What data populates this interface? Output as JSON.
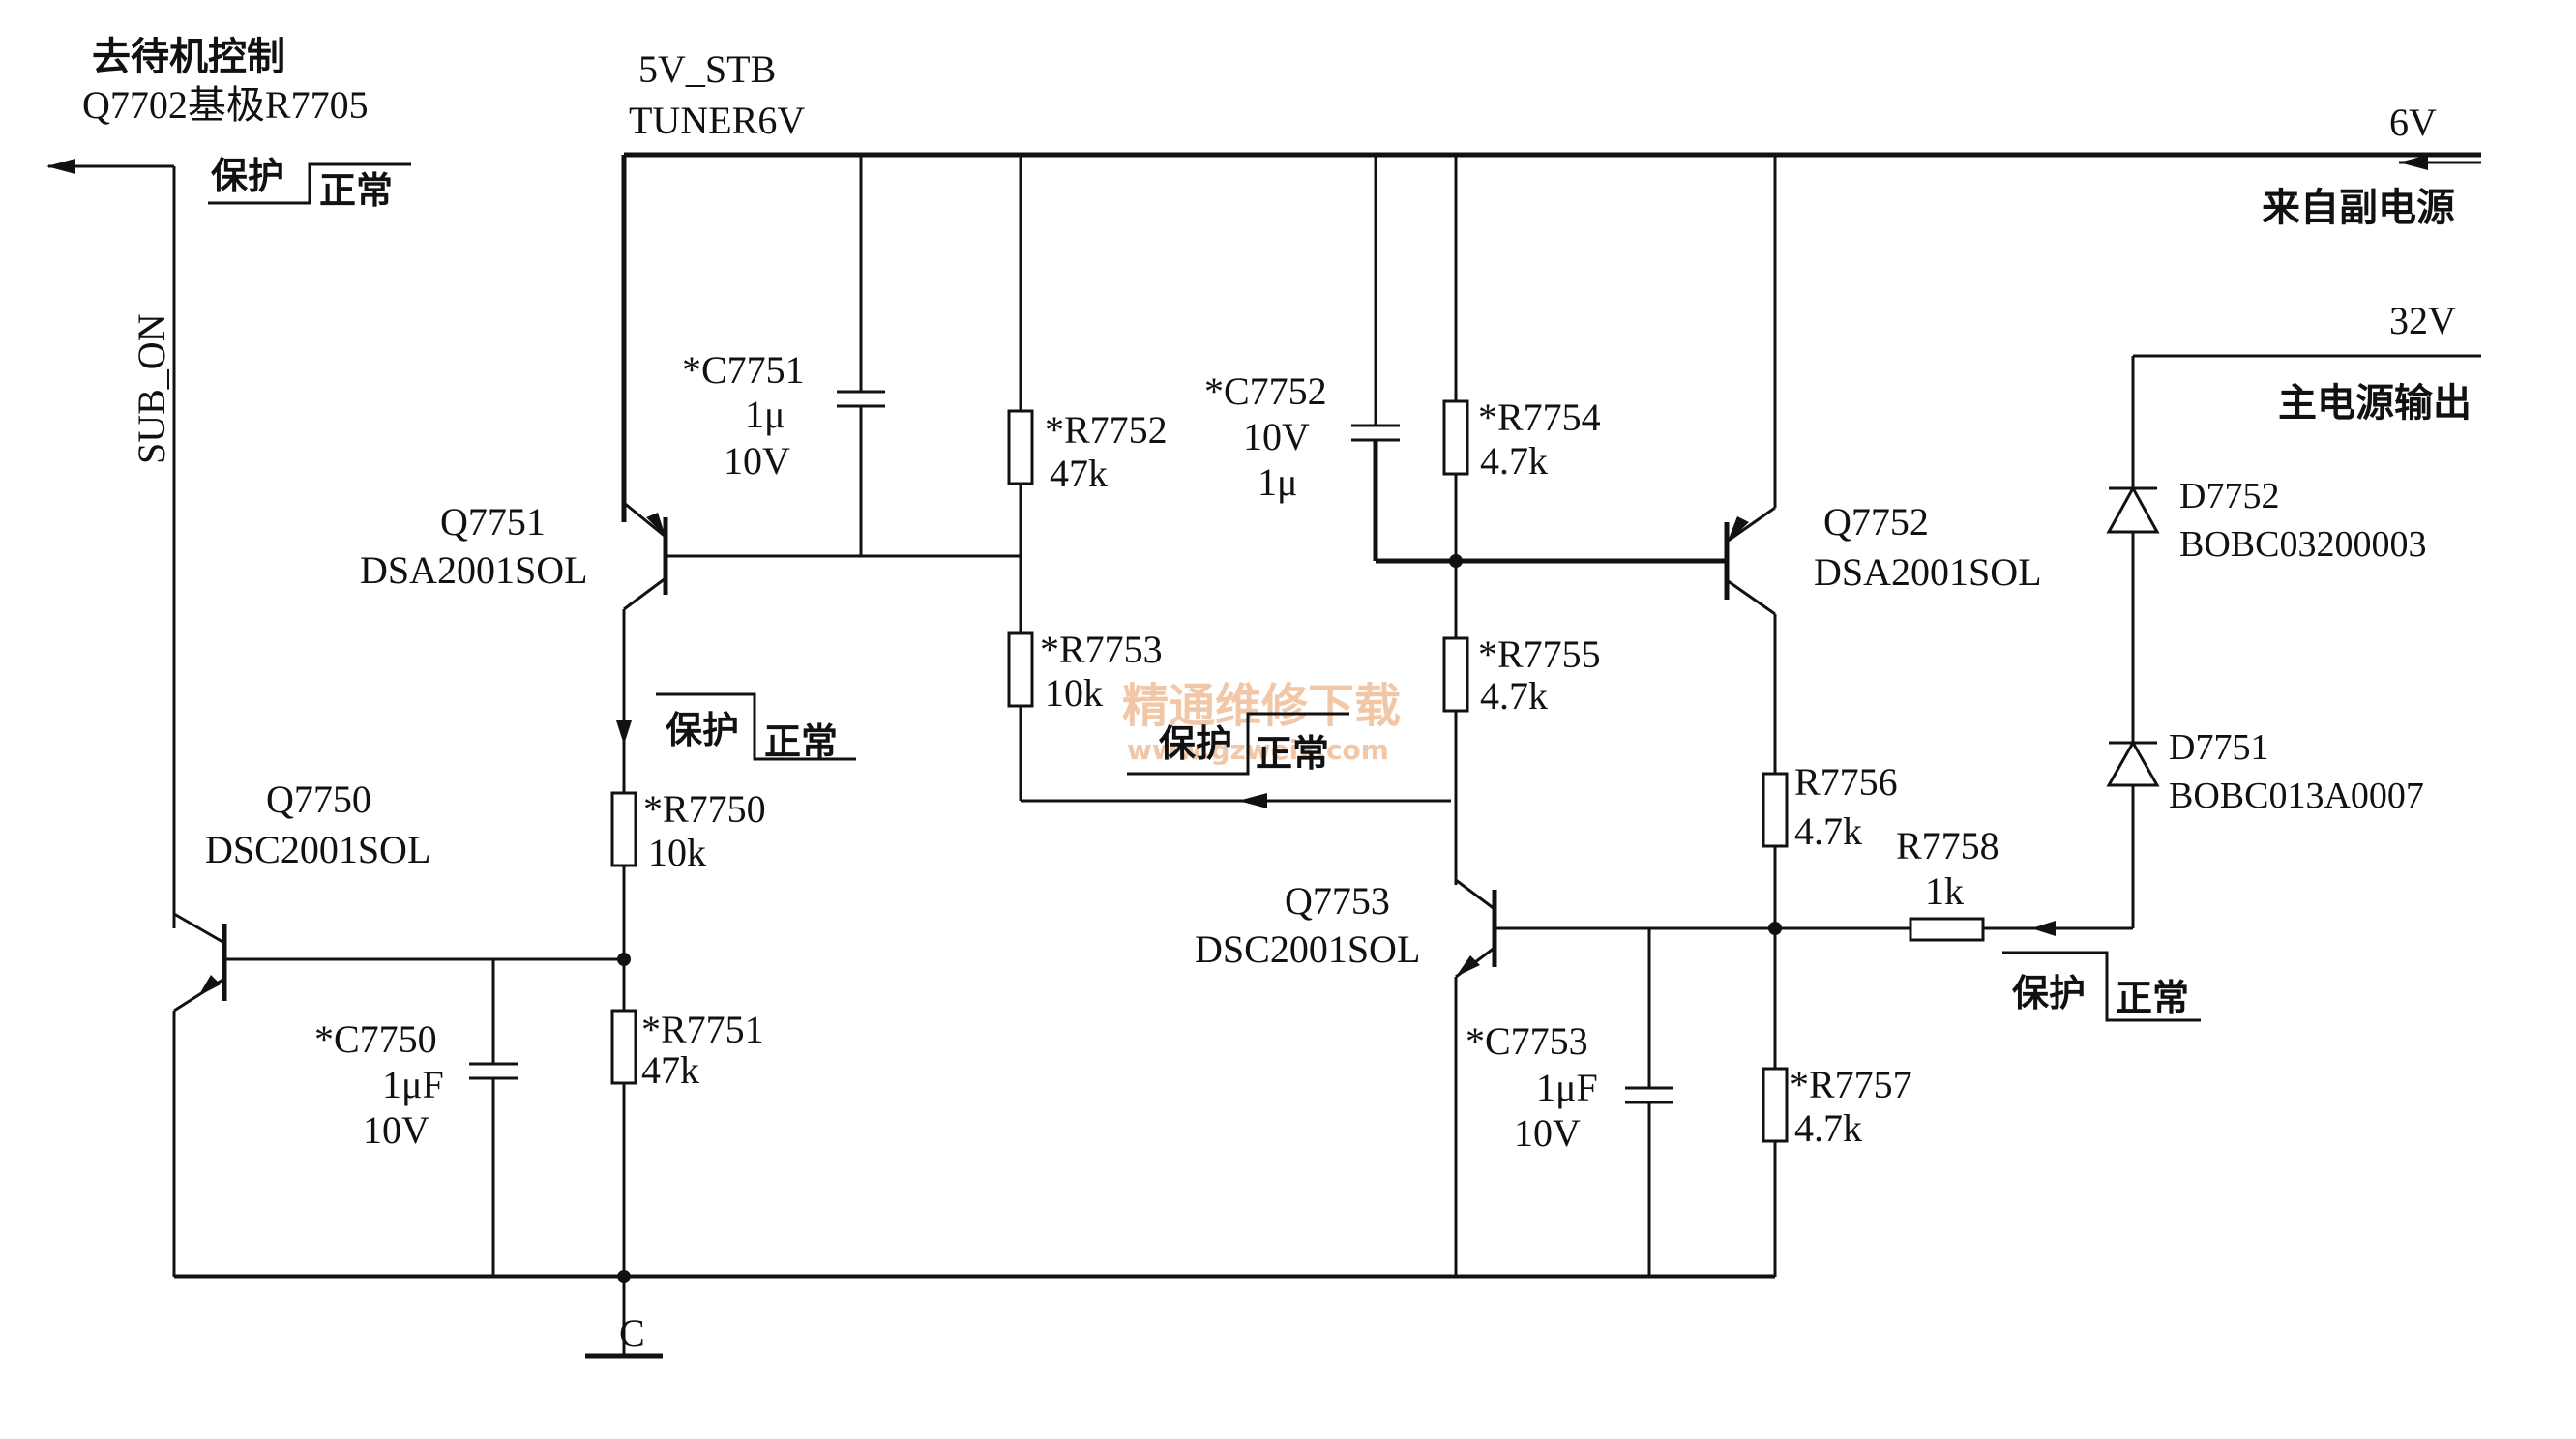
{
  "title": {
    "line1": "去待机控制",
    "line2": "Q7702基极R7705"
  },
  "rails": {
    "top_left_1": "5V_STB",
    "top_left_2": "TUNER6V",
    "v6": "6V",
    "v6_source": "来自副电源",
    "v32": "32V",
    "v32_source": "主电源输出",
    "sub_on": "SUB_ON",
    "ground": "C"
  },
  "state_labels": {
    "protect": "保护",
    "normal": "正常"
  },
  "transistors": {
    "q7751": {
      "name": "Q7751",
      "part": "DSA2001SOL"
    },
    "q7752": {
      "name": "Q7752",
      "part": "DSA2001SOL"
    },
    "q7750": {
      "name": "Q7750",
      "part": "DSC2001SOL"
    },
    "q7753": {
      "name": "Q7753",
      "part": "DSC2001SOL"
    }
  },
  "capacitors": {
    "c7751": {
      "name": "*C7751",
      "value": "1μ",
      "voltage": "10V"
    },
    "c7752": {
      "name": "*C7752",
      "voltage": "10V",
      "value": "1μ"
    },
    "c7750": {
      "name": "*C7750",
      "value": "1μF",
      "voltage": "10V"
    },
    "c7753": {
      "name": "*C7753",
      "value": "1μF",
      "voltage": "10V"
    }
  },
  "resistors": {
    "r7752": {
      "name": "*R7752",
      "value": "47k"
    },
    "r7753": {
      "name": "*R7753",
      "value": "10k"
    },
    "r7754": {
      "name": "*R7754",
      "value": "4.7k"
    },
    "r7755": {
      "name": "*R7755",
      "value": "4.7k"
    },
    "r7750": {
      "name": "*R7750",
      "value": "10k"
    },
    "r7751": {
      "name": "*R7751",
      "value": "47k"
    },
    "r7756": {
      "name": "R7756",
      "value": "4.7k"
    },
    "r7758": {
      "name": "R7758",
      "value": "1k"
    },
    "r7757": {
      "name": "*R7757",
      "value": "4.7k"
    }
  },
  "diodes": {
    "d7752": {
      "name": "D7752",
      "part": "BOBC03200003"
    },
    "d7751": {
      "name": "D7751",
      "part": "BOBC013A0007"
    }
  },
  "watermark": {
    "main": "精通维修下载",
    "url": "www.gzweix.com"
  },
  "colors": {
    "ink": "#111111",
    "background": "#ffffff",
    "watermark": "#f2c7a8"
  }
}
